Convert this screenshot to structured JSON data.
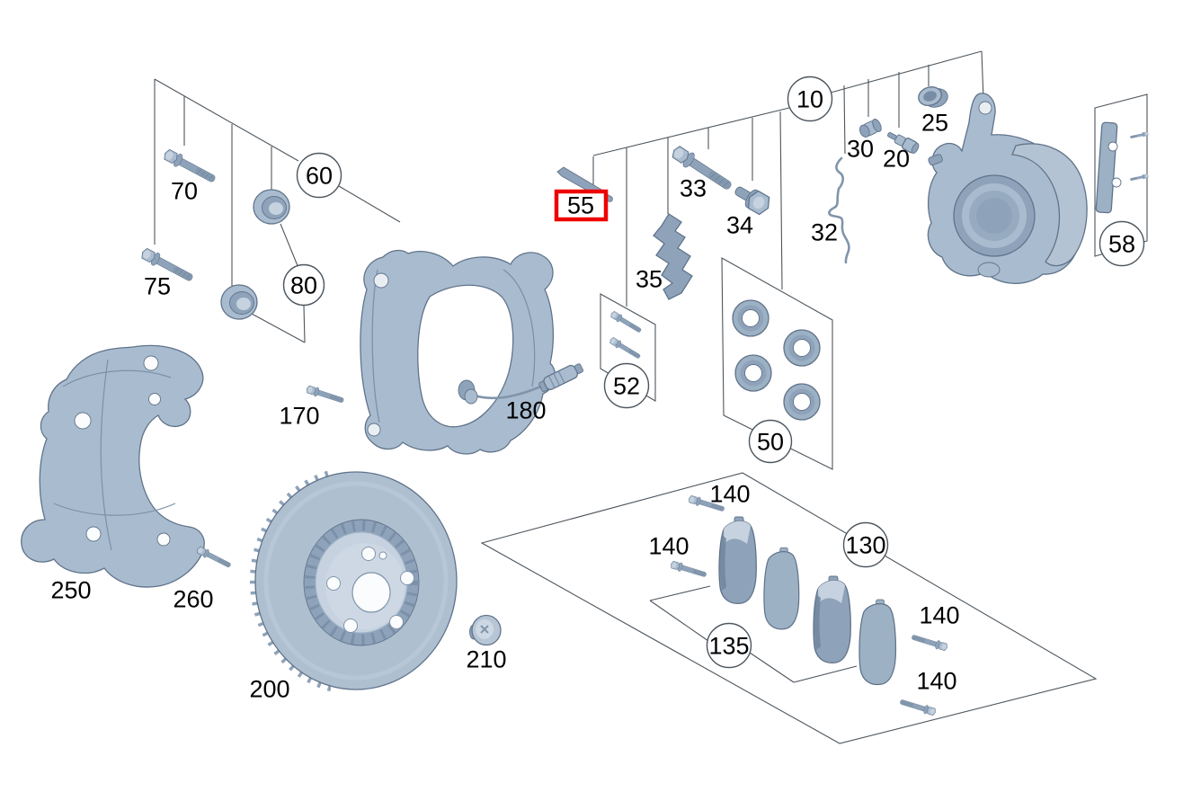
{
  "colors": {
    "accent_red": "#ee0000",
    "callout_line": "#4d565e",
    "outline": "#60738a",
    "part_base": "#a9bccf",
    "part_shade": "#8ea3ba",
    "part_dark": "#788da4",
    "part_light": "#c6d2df",
    "background": "#ffffff"
  },
  "highlight": {
    "part": "55",
    "box_color": "#ee0000"
  },
  "labels": {
    "l10": "10",
    "l20": "20",
    "l25": "25",
    "l30": "30",
    "l32": "32",
    "l33": "33",
    "l34": "34",
    "l35": "35",
    "l50": "50",
    "l52": "52",
    "l55": "55",
    "l58": "58",
    "l60": "60",
    "l70": "70",
    "l75": "75",
    "l80": "80",
    "l130": "130",
    "l135": "135",
    "l140a": "140",
    "l140b": "140",
    "l140c": "140",
    "l140d": "140",
    "l170": "170",
    "l180": "180",
    "l200": "200",
    "l210": "210",
    "l250": "250",
    "l260": "260"
  },
  "callouts": {
    "circled": [
      "10",
      "50",
      "52",
      "58",
      "60",
      "80",
      "130",
      "135"
    ],
    "plain": [
      "20",
      "25",
      "30",
      "32",
      "33",
      "34",
      "35",
      "55",
      "70",
      "75",
      "140",
      "140",
      "140",
      "140",
      "170",
      "180",
      "200",
      "210",
      "250",
      "260"
    ]
  }
}
